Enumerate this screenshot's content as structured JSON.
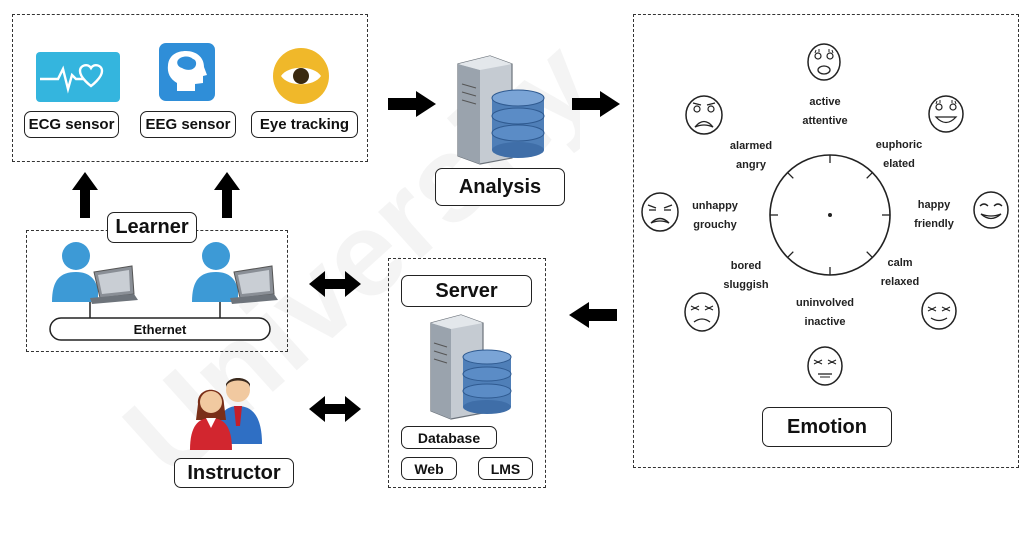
{
  "watermark": "University",
  "sensors": {
    "ecg_label": "ECG sensor",
    "eeg_label": "EEG sensor",
    "eye_label": "Eye tracking"
  },
  "analysis_label": "Analysis",
  "learner": {
    "label": "Learner",
    "network_label": "Ethernet"
  },
  "instructor_label": "Instructor",
  "server": {
    "title": "Server",
    "database_label": "Database",
    "web_label": "Web",
    "lms_label": "LMS"
  },
  "emotion": {
    "title": "Emotion",
    "states": [
      {
        "line1": "active",
        "line2": "attentive",
        "face": "surprised"
      },
      {
        "line1": "euphoric",
        "line2": "elated",
        "face": "euphoric"
      },
      {
        "line1": "happy",
        "line2": "friendly",
        "face": "happy"
      },
      {
        "line1": "calm",
        "line2": "relaxed",
        "face": "calm"
      },
      {
        "line1": "uninvolved",
        "line2": "inactive",
        "face": "uninvolved"
      },
      {
        "line1": "bored",
        "line2": "sluggish",
        "face": "bored"
      },
      {
        "line1": "unhappy",
        "line2": "grouchy",
        "face": "unhappy"
      },
      {
        "line1": "alarmed",
        "line2": "angry",
        "face": "alarmed"
      }
    ]
  },
  "colors": {
    "ecg_bg": "#34b5de",
    "eeg_bg": "#2f8ed8",
    "eye_bg": "#f0b82a",
    "person_blue": "#3d9ad6",
    "database_blue": "#4f7fb8",
    "server_gray": "#9aa3ad"
  }
}
